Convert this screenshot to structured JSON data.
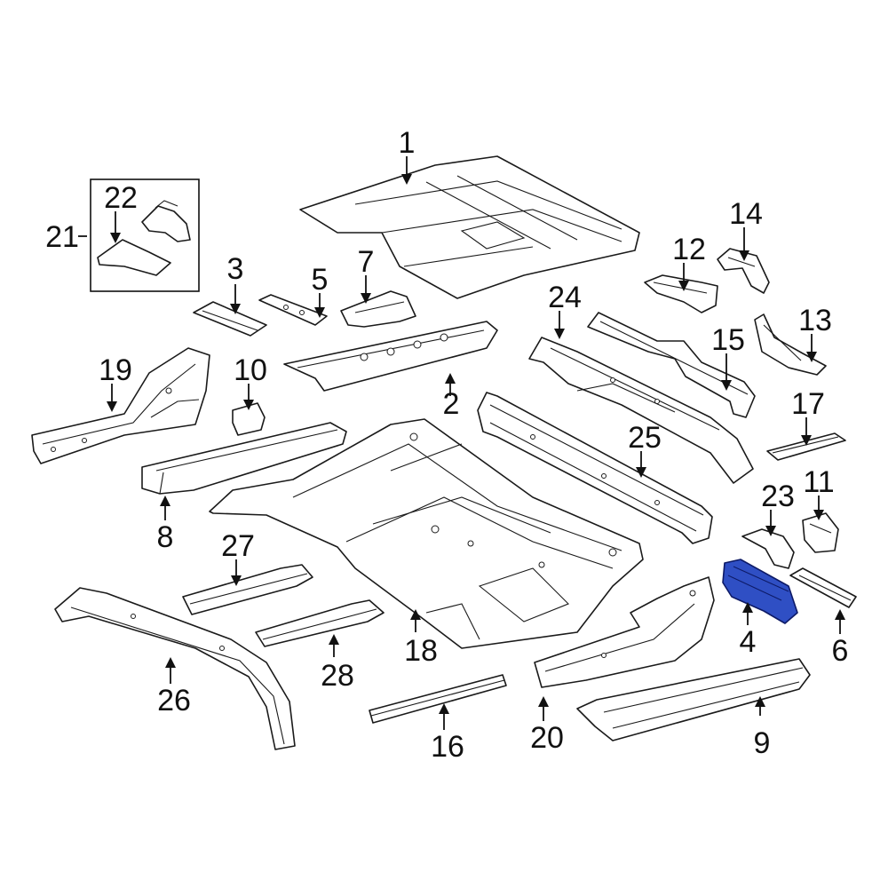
{
  "highlight_color": "#2f4fc4",
  "callouts": [
    {
      "id": "1",
      "text": "1"
    },
    {
      "id": "2",
      "text": "2"
    },
    {
      "id": "3",
      "text": "3"
    },
    {
      "id": "4",
      "text": "4"
    },
    {
      "id": "5",
      "text": "5"
    },
    {
      "id": "6",
      "text": "6"
    },
    {
      "id": "7",
      "text": "7"
    },
    {
      "id": "8",
      "text": "8"
    },
    {
      "id": "9",
      "text": "9"
    },
    {
      "id": "10",
      "text": "10"
    },
    {
      "id": "11",
      "text": "11"
    },
    {
      "id": "12",
      "text": "12"
    },
    {
      "id": "13",
      "text": "13"
    },
    {
      "id": "14",
      "text": "14"
    },
    {
      "id": "15",
      "text": "15"
    },
    {
      "id": "16",
      "text": "16"
    },
    {
      "id": "17",
      "text": "17"
    },
    {
      "id": "18",
      "text": "18"
    },
    {
      "id": "19",
      "text": "19"
    },
    {
      "id": "20",
      "text": "20"
    },
    {
      "id": "21",
      "text": "21"
    },
    {
      "id": "22",
      "text": "22"
    },
    {
      "id": "23",
      "text": "23"
    },
    {
      "id": "24",
      "text": "24"
    },
    {
      "id": "25",
      "text": "25"
    },
    {
      "id": "26",
      "text": "26"
    },
    {
      "id": "27",
      "text": "27"
    },
    {
      "id": "28",
      "text": "28"
    }
  ],
  "highlighted_part": "4"
}
